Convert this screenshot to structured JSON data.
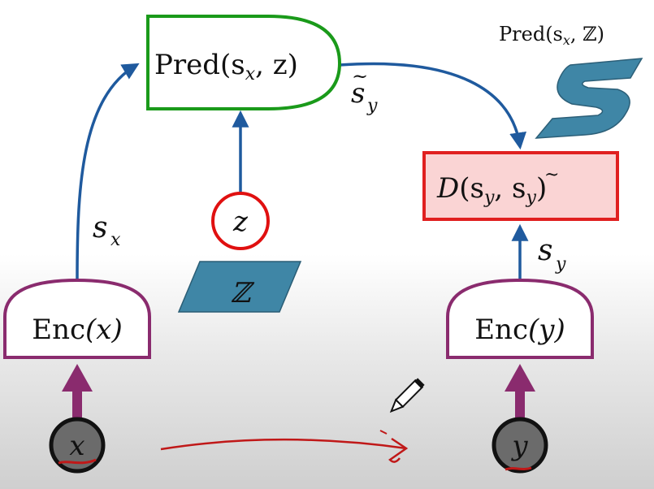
{
  "diagram": {
    "predictor": {
      "main": "Pred",
      "args": "(s",
      "sub": "x",
      "rest": ", z)"
    },
    "predictor_legend": {
      "main": "Pred",
      "args": "(s",
      "sub": "x",
      "rest": ", ℤ)"
    },
    "pred_output": {
      "base": "s",
      "accent": "~",
      "sub": "y"
    },
    "distance": {
      "main": "D",
      "args": "(s",
      "sub1": "y",
      "mid": ", s",
      "accent": "~",
      "sub2": "y",
      "rest": ")"
    },
    "left_latent_label": {
      "base": "s",
      "sub": "x"
    },
    "right_latent_label": {
      "base": "s",
      "sub": "y"
    },
    "latent_var": "z",
    "latent_set": "ℤ",
    "encoder_x": {
      "main": "Enc",
      "args": "(x)"
    },
    "encoder_y": {
      "main": "Enc",
      "args": "(y)"
    },
    "input_x": "x",
    "input_y": "y",
    "colors": {
      "arrow_blue": "#1f5a9e",
      "pred_green": "#1a9a1a",
      "distance_red": "#e02020",
      "distance_fill": "#fad4d4",
      "encoder_purple": "#8a2b6e",
      "latent_red": "#e01010",
      "set_teal": "#3f86a6",
      "annotation_red": "#c01818"
    }
  }
}
